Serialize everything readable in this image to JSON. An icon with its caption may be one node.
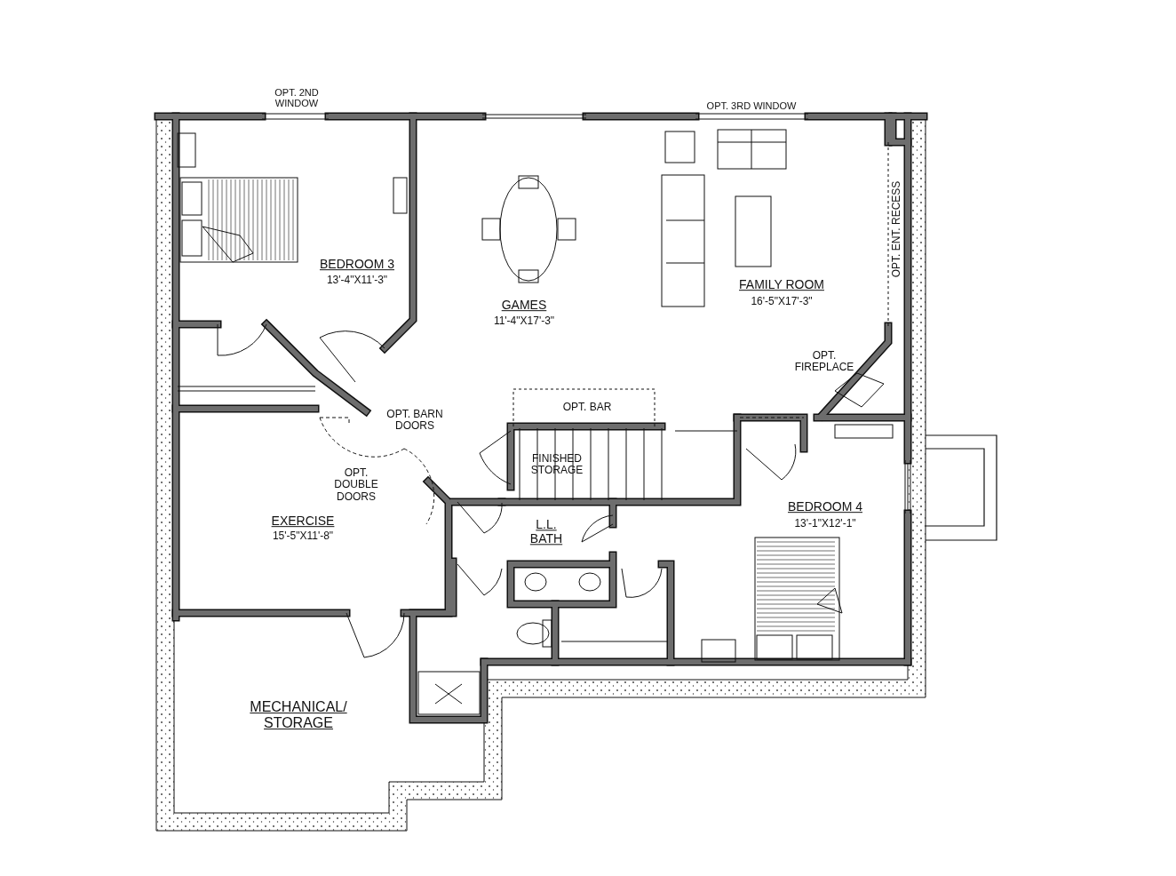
{
  "diagram": {
    "labels": [
      "OPT. 2ND WINDOW",
      "OPT. 3RD WINDOW",
      "BEDROOM 3",
      "13'-4\"X11'-3\"",
      "OPT. ENT. RECESS",
      "FAMILY ROOM",
      "16'-5\"X17'-3\"",
      "GAMES",
      "11'-4\"X17'-3\"",
      "OPT. FIREPLACE",
      "OPT. BARN DOORS",
      "OPT. BAR",
      "FINISHED STORAGE",
      "OPT. DOUBLE DOORS",
      "BEDROOM 4",
      "13'-1\"X12'-1\"",
      "EXERCISE",
      "15'-5\"X11'-8\"",
      "L.L. BATH",
      "MECHANICAL/ STORAGE"
    ]
  }
}
